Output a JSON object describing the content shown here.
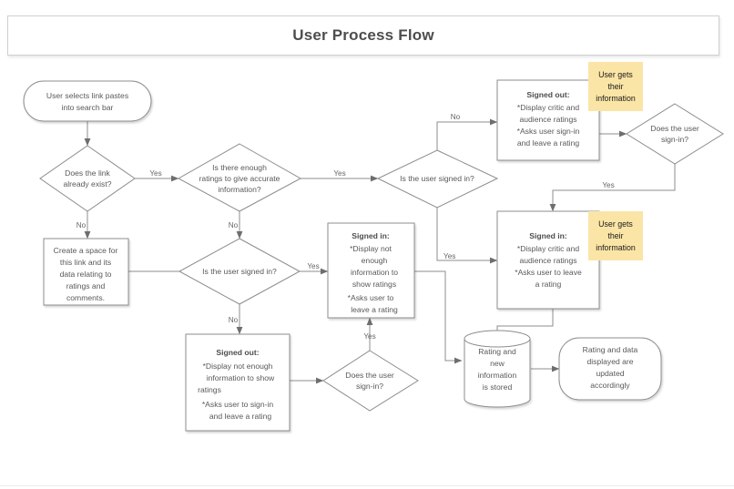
{
  "header": {
    "title": "User Process Flow"
  },
  "diagram": {
    "type": "flowchart",
    "nodes": [
      {
        "id": "start",
        "shape": "terminator",
        "lines": [
          "User selects link pastes",
          "into search bar"
        ]
      },
      {
        "id": "d_exist",
        "shape": "decision",
        "lines": [
          "Does the link",
          "already exist?"
        ]
      },
      {
        "id": "create_space",
        "shape": "process",
        "lines": [
          "Create a space for",
          "this link and its",
          "data relating to",
          "ratings and",
          "comments."
        ]
      },
      {
        "id": "d_ratings",
        "shape": "decision",
        "lines": [
          "Is there enough",
          "ratings to give accurate",
          "information?"
        ]
      },
      {
        "id": "d_signed_mid",
        "shape": "decision",
        "lines": [
          "Is the user signed in?"
        ]
      },
      {
        "id": "d_signed_top",
        "shape": "decision",
        "lines": [
          "Is the user signed in?"
        ]
      },
      {
        "id": "signed_out_top",
        "shape": "process",
        "title": "Signed out:",
        "lines": [
          "*Display critic and",
          "audience ratings",
          "*Asks user sign-in",
          "and leave a rating"
        ]
      },
      {
        "id": "d_signin_top",
        "shape": "decision",
        "lines": [
          "Does the user",
          "sign-in?"
        ]
      },
      {
        "id": "signed_in_right",
        "shape": "process",
        "title": "Signed in:",
        "lines": [
          "*Display critic and",
          "audience ratings",
          "*Asks user to leave",
          "a rating"
        ]
      },
      {
        "id": "signed_in_mid",
        "shape": "process",
        "title": "Signed in:",
        "lines": [
          "*Display not",
          "enough",
          "information to",
          "show ratings",
          "*Asks user to",
          "leave a rating"
        ]
      },
      {
        "id": "signed_out_bot",
        "shape": "process",
        "title": "Signed out:",
        "lines": [
          "*Display not enough",
          "information to show",
          "ratings",
          "*Asks user to sign-in",
          "and leave a rating"
        ]
      },
      {
        "id": "d_signin_bot",
        "shape": "decision",
        "lines": [
          "Does the user",
          "sign-in?"
        ]
      },
      {
        "id": "db_store",
        "shape": "database",
        "lines": [
          "Rating and",
          "new",
          "information",
          "is stored"
        ]
      },
      {
        "id": "end_display",
        "shape": "terminator",
        "lines": [
          "Rating and data",
          "displayed are",
          "updated",
          "accordingly"
        ]
      }
    ],
    "notes": [
      {
        "id": "note_top",
        "lines": [
          "User gets",
          "their",
          "information"
        ],
        "color": "#fbe5a6"
      },
      {
        "id": "note_bottom",
        "lines": [
          "User gets",
          "their",
          "information"
        ],
        "color": "#fbe5a6"
      }
    ],
    "edge_labels": {
      "exist_yes": "Yes",
      "exist_no": "No",
      "ratings_yes": "Yes",
      "ratings_no": "No",
      "signed_top_no": "No",
      "signed_top_yes": "Yes",
      "signin_top_yes": "Yes",
      "signed_mid_yes": "Yes",
      "signed_mid_no": "No",
      "signin_bot_yes": "Yes"
    },
    "colors": {
      "stroke": "#8c8c8c",
      "text": "#595959",
      "note": "#fbe5a6",
      "title": "#4d4d4d"
    }
  }
}
